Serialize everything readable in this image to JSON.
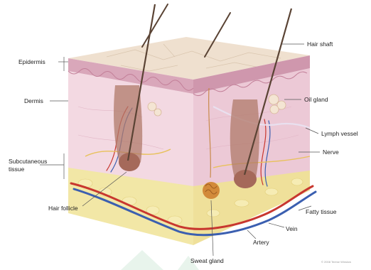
{
  "labels": {
    "epidermis": "Epidermis",
    "dermis": "Dermis",
    "subcutaneous_line1": "Subcutaneous",
    "subcutaneous_line2": "tissue",
    "hair_follicle": "Hair follicle",
    "hair_shaft": "Hair shaft",
    "oil_gland": "Oil gland",
    "lymph_vessel": "Lymph vessel",
    "nerve": "Nerve",
    "fatty_tissue": "Fatty tissue",
    "vein": "Vein",
    "artery": "Artery",
    "sweat_gland": "Sweat gland"
  },
  "credit": "© 2008 Terese Winslow",
  "colors": {
    "epidermis_top": "#efe0cf",
    "epidermis_layer": "#d9a7ba",
    "dermis": "#f3d9e2",
    "dermis_side": "#ecc9d6",
    "subcutaneous_fat": "#f2e7a6",
    "hair": "#5a4334",
    "follicle": "#b07a6a",
    "artery": "#c8372f",
    "vein": "#3b5fb0",
    "sweat_gland": "#d28a3a",
    "watermark": "#cfe6d8"
  }
}
